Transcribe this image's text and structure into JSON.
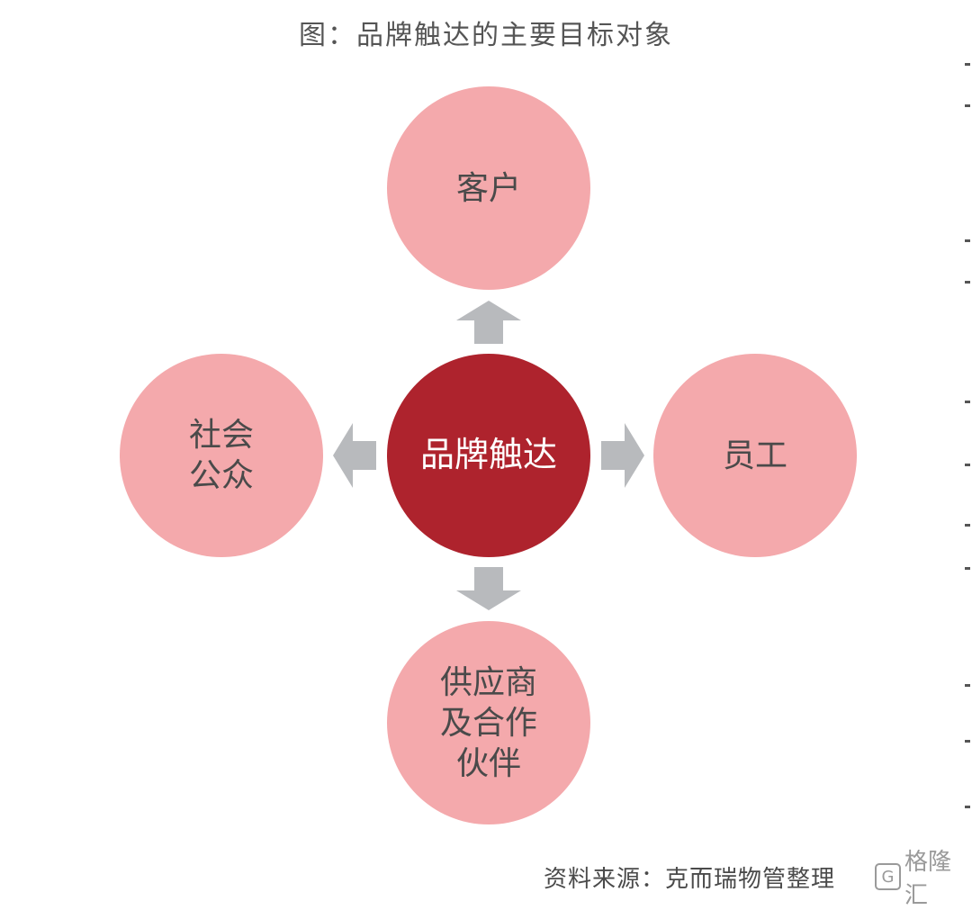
{
  "title": "图：品牌触达的主要目标对象",
  "center": {
    "label": "品牌触达"
  },
  "nodes": {
    "top": "客户",
    "left": "社会\n公众",
    "right": "员工",
    "bottom": "供应商\n及合作\n伙伴"
  },
  "source": "资料来源：克而瑞物管整理",
  "watermark": {
    "text": "格隆汇"
  },
  "colors": {
    "outer_circle": "#f4a9ac",
    "center_circle": "#ae232d",
    "arrow": "#b8babd",
    "title_text": "#555555"
  },
  "icons": {
    "arrows": [
      "arrow-up-icon",
      "arrow-left-icon",
      "arrow-right-icon",
      "arrow-down-icon"
    ]
  }
}
